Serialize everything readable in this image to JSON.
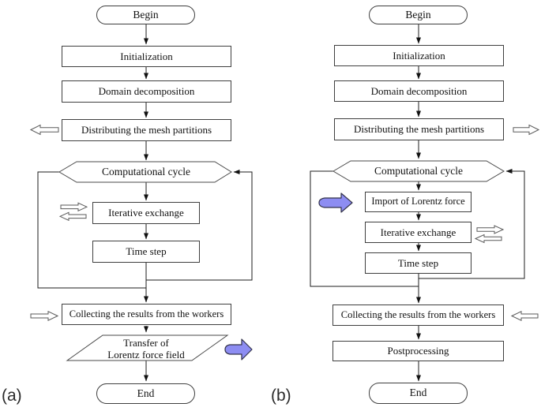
{
  "panels": [
    {
      "label": "(a)",
      "nodes": {
        "begin": "Begin",
        "initialization": "Initialization",
        "domain_decomposition": "Domain decomposition",
        "distributing": "Distributing the mesh partitions",
        "computational_cycle": "Computational cycle",
        "iterative_exchange": "Iterative exchange",
        "time_step": "Time step",
        "collecting": "Collecting the results from the workers",
        "transfer_line1": "Transfer of",
        "transfer_line2": "Lorentz force field",
        "end": "End"
      },
      "icons": {
        "distributing_marker": "hollow-block-arrow-left",
        "iterative_marker": "hollow-exchange-arrows",
        "collecting_marker": "hollow-block-arrow-right",
        "transfer_marker": "blue-block-arrow-right"
      }
    },
    {
      "label": "(b)",
      "nodes": {
        "begin": "Begin",
        "initialization": "Initialization",
        "domain_decomposition": "Domain decomposition",
        "distributing": "Distributing the mesh partitions",
        "computational_cycle": "Computational cycle",
        "import_lorentz": "Import of Lorentz force",
        "iterative_exchange": "Iterative exchange",
        "time_step": "Time step",
        "collecting": "Collecting the results from the workers",
        "postprocessing": "Postprocessing",
        "end": "End"
      },
      "icons": {
        "distributing_marker": "hollow-block-arrow-right",
        "import_marker": "blue-block-arrow-right",
        "iterative_marker": "hollow-exchange-arrows",
        "collecting_marker": "hollow-block-arrow-left"
      }
    }
  ],
  "colors": {
    "highlight_arrow_fill": "#8d8df2",
    "hollow_arrow_fill": "#ffffff",
    "line": "#1c1c1c",
    "box_border": "#3f3f3f",
    "background": "#ffffff"
  }
}
